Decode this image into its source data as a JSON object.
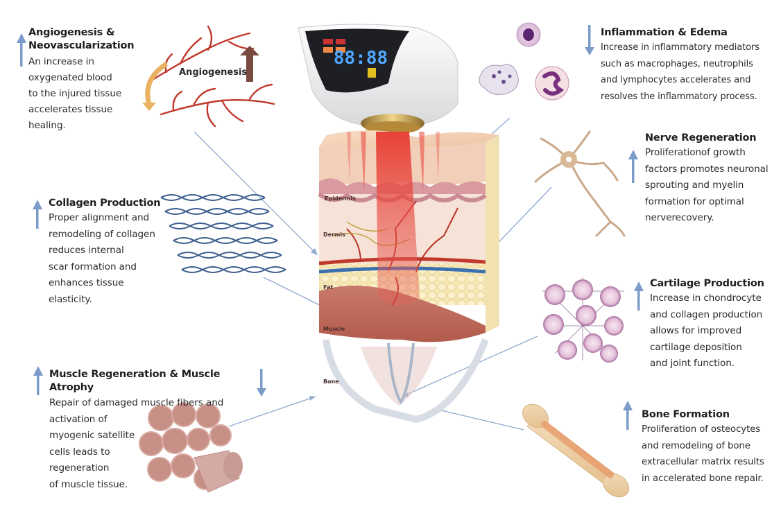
{
  "colors": {
    "indicator_arrow": "#7b9cc9",
    "pointer_line": "#8fa9cf",
    "vessel_red": "#c0392b",
    "laser_red": "#e0403a",
    "collagen_blue": "#3d5f8f"
  },
  "device": {
    "display_digits": "88:88"
  },
  "skin_layers": {
    "epidermis": "Epidermis",
    "dermis": "Dermis",
    "fat": "Fat",
    "muscle": "Muscle",
    "bone": "Bone"
  },
  "angiogenesis_label": "Angiogenesis",
  "panels": {
    "angiogenesis": {
      "title": "Angiogenesis &\nNeovascularization",
      "direction": "up",
      "description": "An increase in\noxygenated blood\nto the injured tissue\naccelerates tissue\nhealing."
    },
    "inflammation": {
      "title": "Inflammation & Edema",
      "direction": "down",
      "description": "Increase in inflammatory mediators\nsuch as macrophages, neutrophils\nand lymphocytes accelerates and\nresolves the inflammatory process."
    },
    "nerve": {
      "title": "Nerve Regeneration",
      "direction": "up",
      "description": "Proliferationof growth\nfactors promotes neuronal\nsprouting and myelin\nformation for optimal\nnerverecovery."
    },
    "collagen": {
      "title": "Collagen Production",
      "direction": "up",
      "description": "Proper alignment and\nremodeling of collagen\nreduces internal\nscar formation and\nenhances tissue\nelasticity."
    },
    "cartilage": {
      "title": "Cartilage Production",
      "direction": "up",
      "description": "Increase in chondrocyte\nand collagen production\nallows for improved\ncartilage deposition\nand joint function."
    },
    "muscle": {
      "title": "Muscle Regeneration & Muscle Atrophy",
      "direction_regeneration": "up",
      "direction_atrophy": "down",
      "description": "Repair of damaged muscle fibers and\nactivation of\nmyogenic satellite\ncells leads to\nregeneration\nof muscle tissue."
    },
    "bone": {
      "title": "Bone Formation",
      "direction": "up",
      "description": "Proliferation of osteocytes\nand remodeling of bone\nextracellular matrix results\nin accelerated bone repair."
    }
  }
}
